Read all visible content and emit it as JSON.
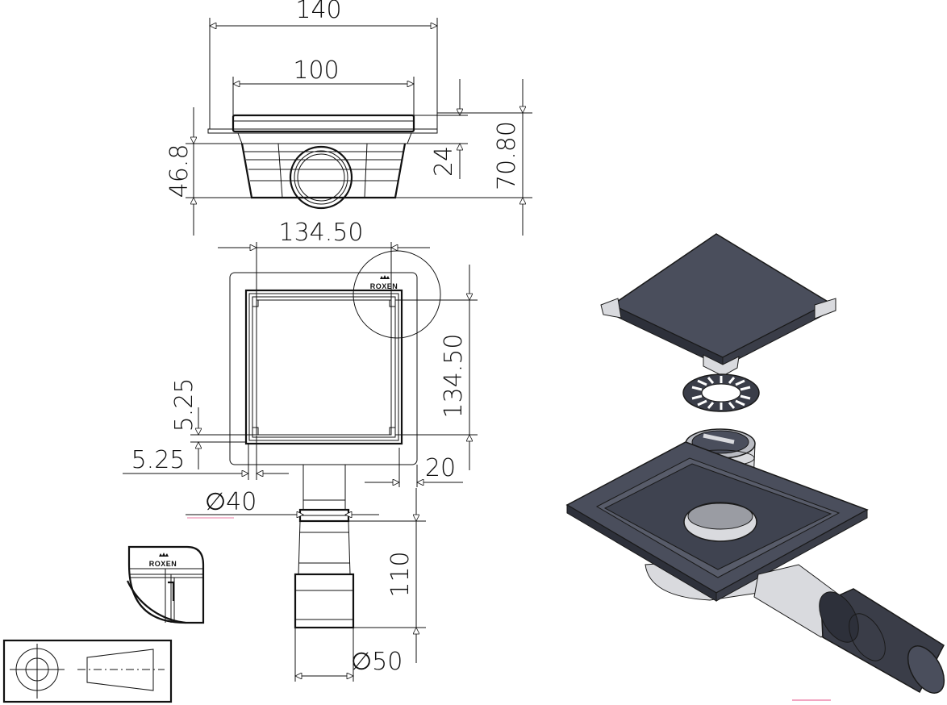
{
  "dimensions": {
    "top_width_outer": "140",
    "top_width_inner": "100",
    "height_left": "46.8",
    "height_mid": "24",
    "height_total": "70.80",
    "plan_width": "134.50",
    "plan_height": "134.50",
    "frame_offset_v": "5.25",
    "frame_offset_h": "5.25",
    "flange_offset": "20",
    "pipe_dia_small": "40",
    "pipe_length": "110",
    "pipe_dia_large": "50"
  },
  "diameter_symbol": "∅",
  "brand": "ROXEN",
  "colors": {
    "line": "#111111",
    "body_dark": "#4a4e5c",
    "body_light": "#d9dade",
    "accent": "#f2a6c2"
  }
}
